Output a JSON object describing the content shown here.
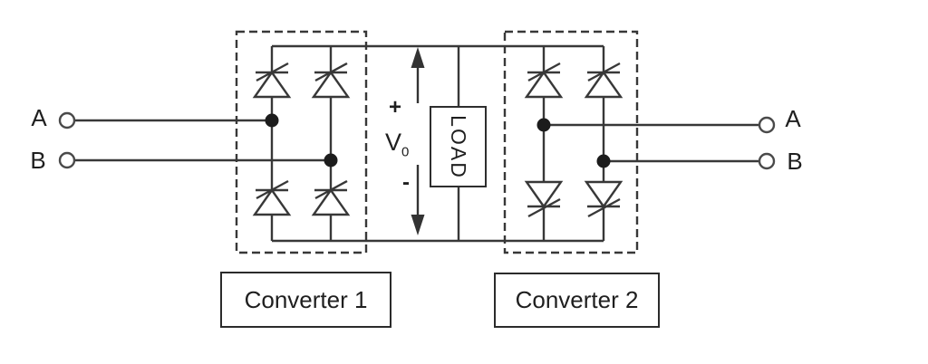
{
  "figure": {
    "background": "#ffffff",
    "line_color": "#383838",
    "text_color": "#1f1f1f",
    "terminals": {
      "left_a": "A",
      "left_b": "B",
      "right_a": "A",
      "right_b": "B"
    },
    "load_label": "LOAD",
    "output_voltage": {
      "plus": "+",
      "symbol": "V",
      "subscript": "0",
      "minus": "-"
    },
    "converter1_label": "Converter 1",
    "converter2_label": "Converter 2"
  }
}
